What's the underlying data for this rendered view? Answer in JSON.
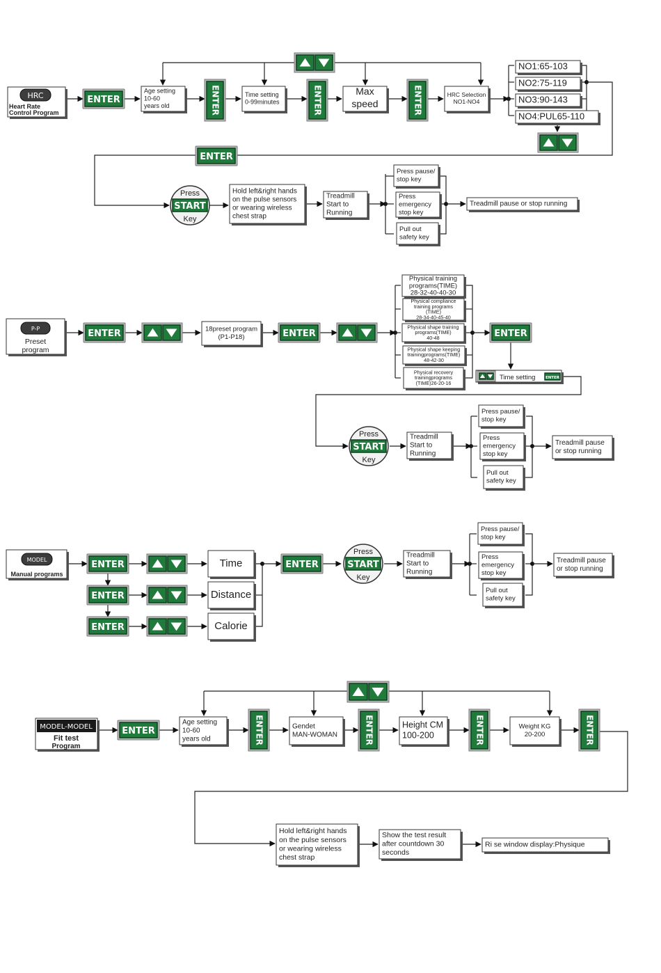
{
  "keys": {
    "enter": "ENTER",
    "start": "START",
    "press": "Press",
    "key": "Key"
  },
  "hrc": {
    "badge": "HRC",
    "label1": "Heart Rate",
    "label2": "Control Program",
    "age": [
      "Age setting",
      "10-60",
      "years old"
    ],
    "time": [
      "Time setting",
      "0-99minutes"
    ],
    "speed": [
      "Max",
      "speed"
    ],
    "selection": [
      "HRC Selection",
      "NO1-NO4"
    ],
    "options": [
      "NO1:65-103",
      "NO2:75-119",
      "NO3:90-143",
      "NO4:PUL65-110"
    ],
    "hold": [
      "Hold left&right hands",
      "on the pulse sensors",
      "or wearing wireless",
      "chest strap"
    ],
    "run": [
      "Treadmill",
      "Start to",
      "Running"
    ],
    "stops": [
      [
        "Press pause/",
        "stop key"
      ],
      [
        "Press",
        "emergency",
        "stop key"
      ],
      [
        "Pull out",
        "safety key"
      ]
    ],
    "result": "Treadmill pause or stop running"
  },
  "pp": {
    "badge": "P-P",
    "label1": "Preset",
    "label2": "program",
    "preset": [
      "18preset program",
      "(P1-P18)"
    ],
    "programs": [
      [
        "Physical training",
        "programs(TIME)",
        "28-32-40-40-30"
      ],
      [
        "Physical compliance",
        "training programs",
        "(TIME)",
        "28-34-40-45-40"
      ],
      [
        "Physical shape training",
        "programs(TIME)",
        "40-48"
      ],
      [
        "Physical shape keeping",
        "trainingprograms(TIME)",
        "48-42-30"
      ],
      [
        "Physical recovery",
        "trainingprograms",
        "(TIME)26-20-16"
      ]
    ],
    "time_setting": "Time setting",
    "run": [
      "Treadmill",
      "Start to",
      "Running"
    ],
    "stops": [
      [
        "Press pause/",
        "stop key"
      ],
      [
        "Press",
        "emergency",
        "stop key"
      ],
      [
        "Pull out",
        "safety key"
      ]
    ],
    "result": [
      "Treadmill pause",
      "or stop running"
    ]
  },
  "manual": {
    "badge": "MODEL",
    "label": "Manual programs",
    "options": [
      "Time",
      "Distance",
      "Calorie"
    ],
    "run": [
      "Treadmill",
      "Start to",
      "Running"
    ],
    "stops": [
      [
        "Press pause/",
        "stop key"
      ],
      [
        "Press",
        "emergency",
        "stop key"
      ],
      [
        "Pull out",
        "safety key"
      ]
    ],
    "result": [
      "Treadmill pause",
      "or stop running"
    ]
  },
  "fit": {
    "badge": "MODEL-MODEL",
    "label1": "Fit test",
    "label2": "Program",
    "age": [
      "Age setting",
      "10-60",
      "years old"
    ],
    "gender": [
      "Gendet",
      "MAN-WOMAN"
    ],
    "height": [
      "Height CM",
      "100-200"
    ],
    "weight": [
      "Weight KG",
      "20-200"
    ],
    "hold": [
      "Hold left&right hands",
      "on the pulse sensors",
      "or wearing wireless",
      "chest strap"
    ],
    "show": [
      "Show the test result",
      "after countdown 30",
      "seconds"
    ],
    "display": "Ri se window display:Physique"
  }
}
